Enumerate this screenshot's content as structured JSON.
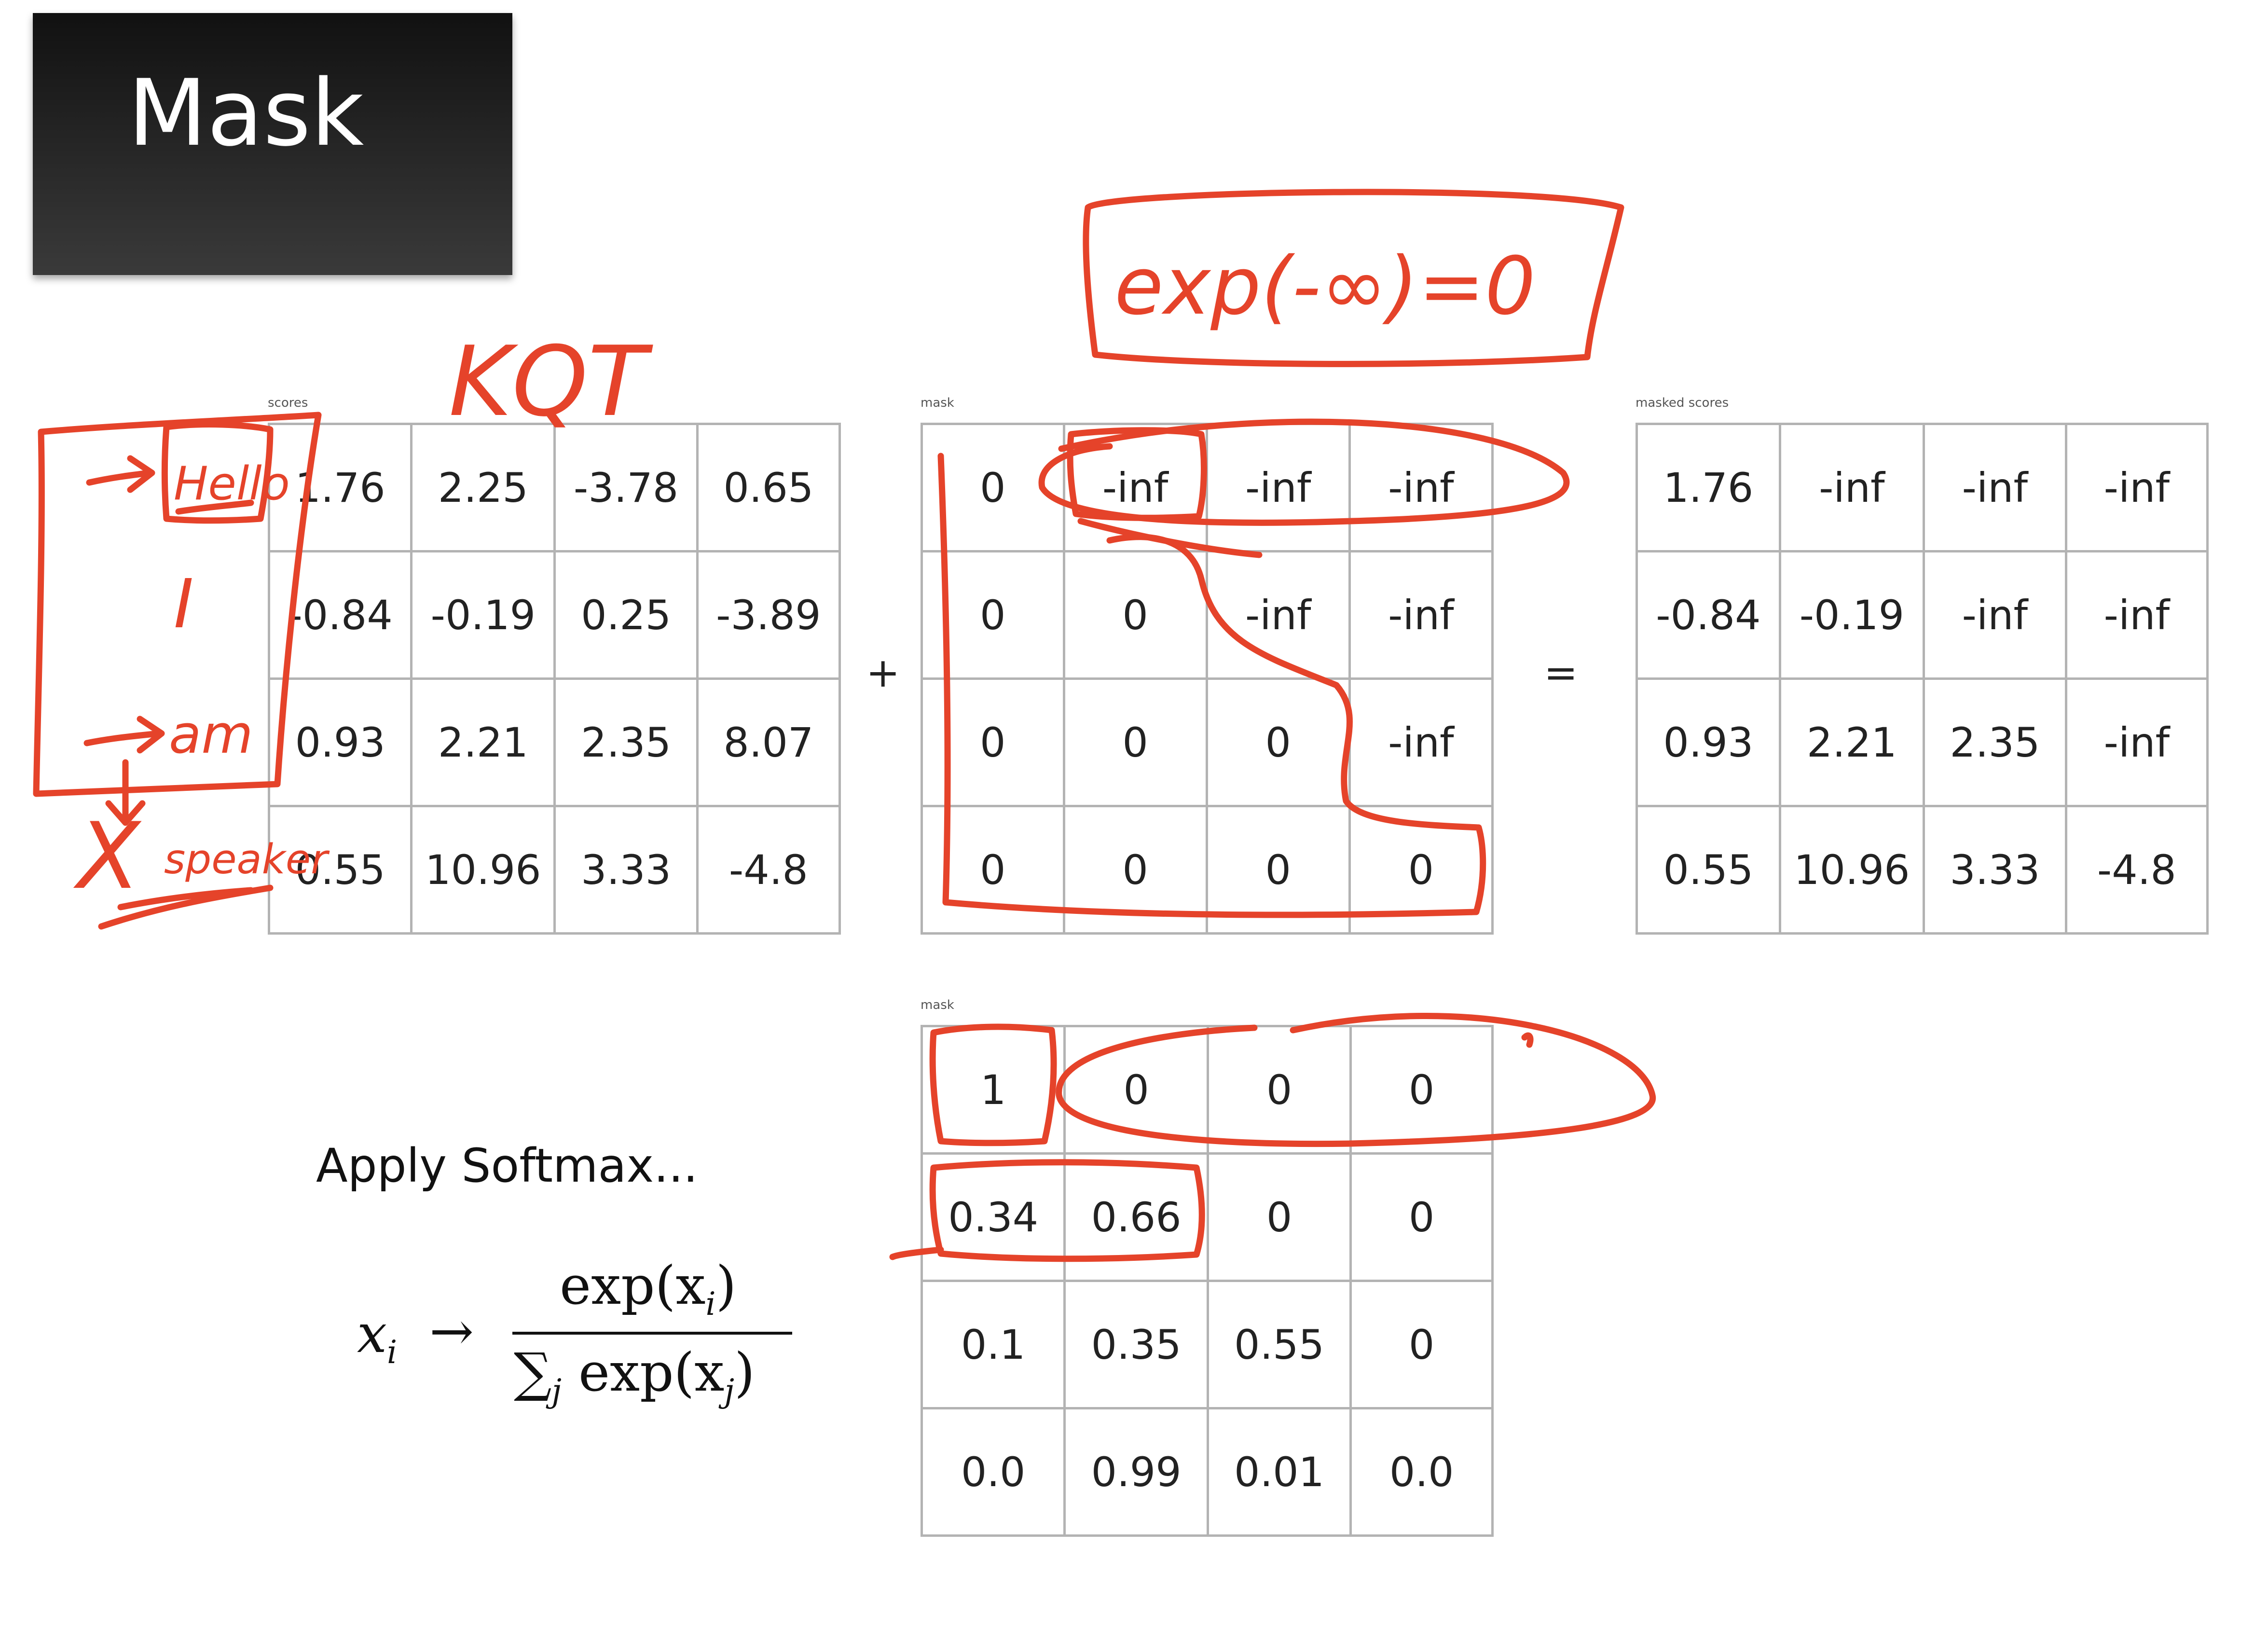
{
  "title": "Mask",
  "matrices": {
    "scores": {
      "label": "scores",
      "rows": [
        [
          "1.76",
          "2.25",
          "-3.78",
          "0.65"
        ],
        [
          "-0.84",
          "-0.19",
          "0.25",
          "-3.89"
        ],
        [
          "0.93",
          "2.21",
          "2.35",
          "8.07"
        ],
        [
          "0.55",
          "10.96",
          "3.33",
          "-4.8"
        ]
      ]
    },
    "mask": {
      "label": "mask",
      "rows": [
        [
          "0",
          "-inf",
          "-inf",
          "-inf"
        ],
        [
          "0",
          "0",
          "-inf",
          "-inf"
        ],
        [
          "0",
          "0",
          "0",
          "-inf"
        ],
        [
          "0",
          "0",
          "0",
          "0"
        ]
      ]
    },
    "masked_scores": {
      "label": "masked scores",
      "rows": [
        [
          "1.76",
          "-inf",
          "-inf",
          "-inf"
        ],
        [
          "-0.84",
          "-0.19",
          "-inf",
          "-inf"
        ],
        [
          "0.93",
          "2.21",
          "2.35",
          "-inf"
        ],
        [
          "0.55",
          "10.96",
          "3.33",
          "-4.8"
        ]
      ]
    },
    "softmax": {
      "label": "mask",
      "rows": [
        [
          "1",
          "0",
          "0",
          "0"
        ],
        [
          "0.34",
          "0.66",
          "0",
          "0"
        ],
        [
          "0.1",
          "0.35",
          "0.55",
          "0"
        ],
        [
          "0.0",
          "0.99",
          "0.01",
          "0.0"
        ]
      ]
    }
  },
  "operators": {
    "plus": "+",
    "equals": "="
  },
  "softmax_note": {
    "heading": "Apply Softmax...",
    "formula_lhs": "x",
    "formula_lhs_sub": "i",
    "arrow": "→",
    "numerator": "exp(x",
    "numerator_sub": "i",
    "numerator_close": ")",
    "sum_symbol": "∑",
    "sum_sub": "j",
    "denominator": "exp(x",
    "denominator_sub": "j",
    "denominator_close": ")"
  },
  "annotations": {
    "exp_note": "exp(-∞)=0",
    "kqt": "KQT",
    "token_hello": "Hello",
    "token_i": "I",
    "token_am": "am",
    "token_cross": "X",
    "token_speaker": "speaker"
  },
  "colors": {
    "ink": "#e5432a",
    "grid_border": "#b3b3b3",
    "title_bg": "#111111"
  }
}
